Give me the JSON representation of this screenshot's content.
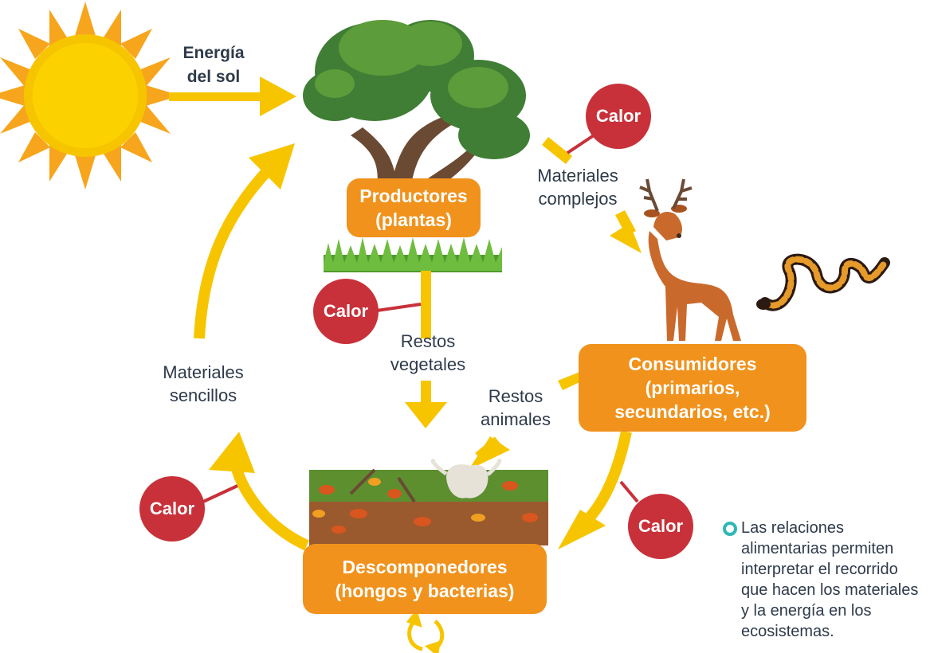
{
  "energy_label": [
    "Energía",
    "del sol"
  ],
  "boxes": {
    "productores": [
      "Productores",
      "(plantas)"
    ],
    "consumidores": [
      "Consumidores",
      "(primarios,",
      "secundarios, etc.)"
    ],
    "descomponedores": [
      "Descomponedores",
      "(hongos y bacterias)"
    ]
  },
  "heat_label": "Calor",
  "flow_labels": {
    "materiales_complejos": [
      "Materiales",
      "complejos"
    ],
    "restos_vegetales": [
      "Restos",
      "vegetales"
    ],
    "restos_animales": [
      "Restos",
      "animales"
    ],
    "materiales_sencillos": [
      "Materiales",
      "sencillos"
    ]
  },
  "note": "Las relaciones alimentarias permiten interpretar el recorrido que hacen los materiales y la energía en los ecosistemas.",
  "colors": {
    "box": "#f0921c",
    "heat": "#c8313a",
    "arrow": "#f7c500",
    "bullet": "#2fb7b7"
  }
}
